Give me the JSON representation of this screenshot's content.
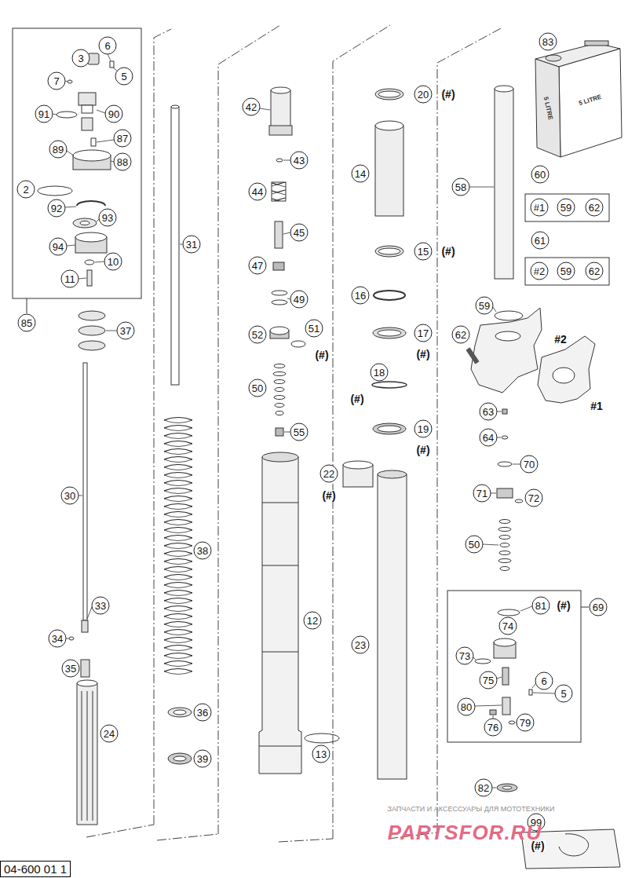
{
  "diagram": {
    "labels": [
      "6",
      "3",
      "5",
      "7",
      "91",
      "90",
      "87",
      "89",
      "88",
      "2",
      "92",
      "93",
      "94",
      "10",
      "11",
      "85",
      "37",
      "30",
      "33",
      "34",
      "35",
      "24",
      "31",
      "38",
      "36",
      "39",
      "42",
      "43",
      "44",
      "45",
      "47",
      "49",
      "52",
      "51",
      "(#)",
      "50",
      "55",
      "22",
      "(#)",
      "12",
      "13",
      "20",
      "(#)",
      "14",
      "15",
      "(#)",
      "16",
      "17",
      "(#)",
      "18",
      "(#)",
      "19",
      "(#)",
      "23",
      "58",
      "83",
      "5 LITRE",
      "5 LITRE",
      "60",
      "#1",
      "59",
      "62",
      "61",
      "#2",
      "59",
      "62",
      "59",
      "62",
      "#2",
      "#1",
      "63",
      "64",
      "70",
      "71",
      "72",
      "50",
      "81",
      "(#)",
      "69",
      "74",
      "73",
      "75",
      "6",
      "5",
      "80",
      "76",
      "79",
      "82",
      "99",
      "(#)",
      "ЗАПЧАСТИ И АКСЕССУАРЫ ДЛЯ МОТОТЕХНИКИ",
      "PARTSFOR.RU",
      "04-600 01 1"
    ]
  }
}
